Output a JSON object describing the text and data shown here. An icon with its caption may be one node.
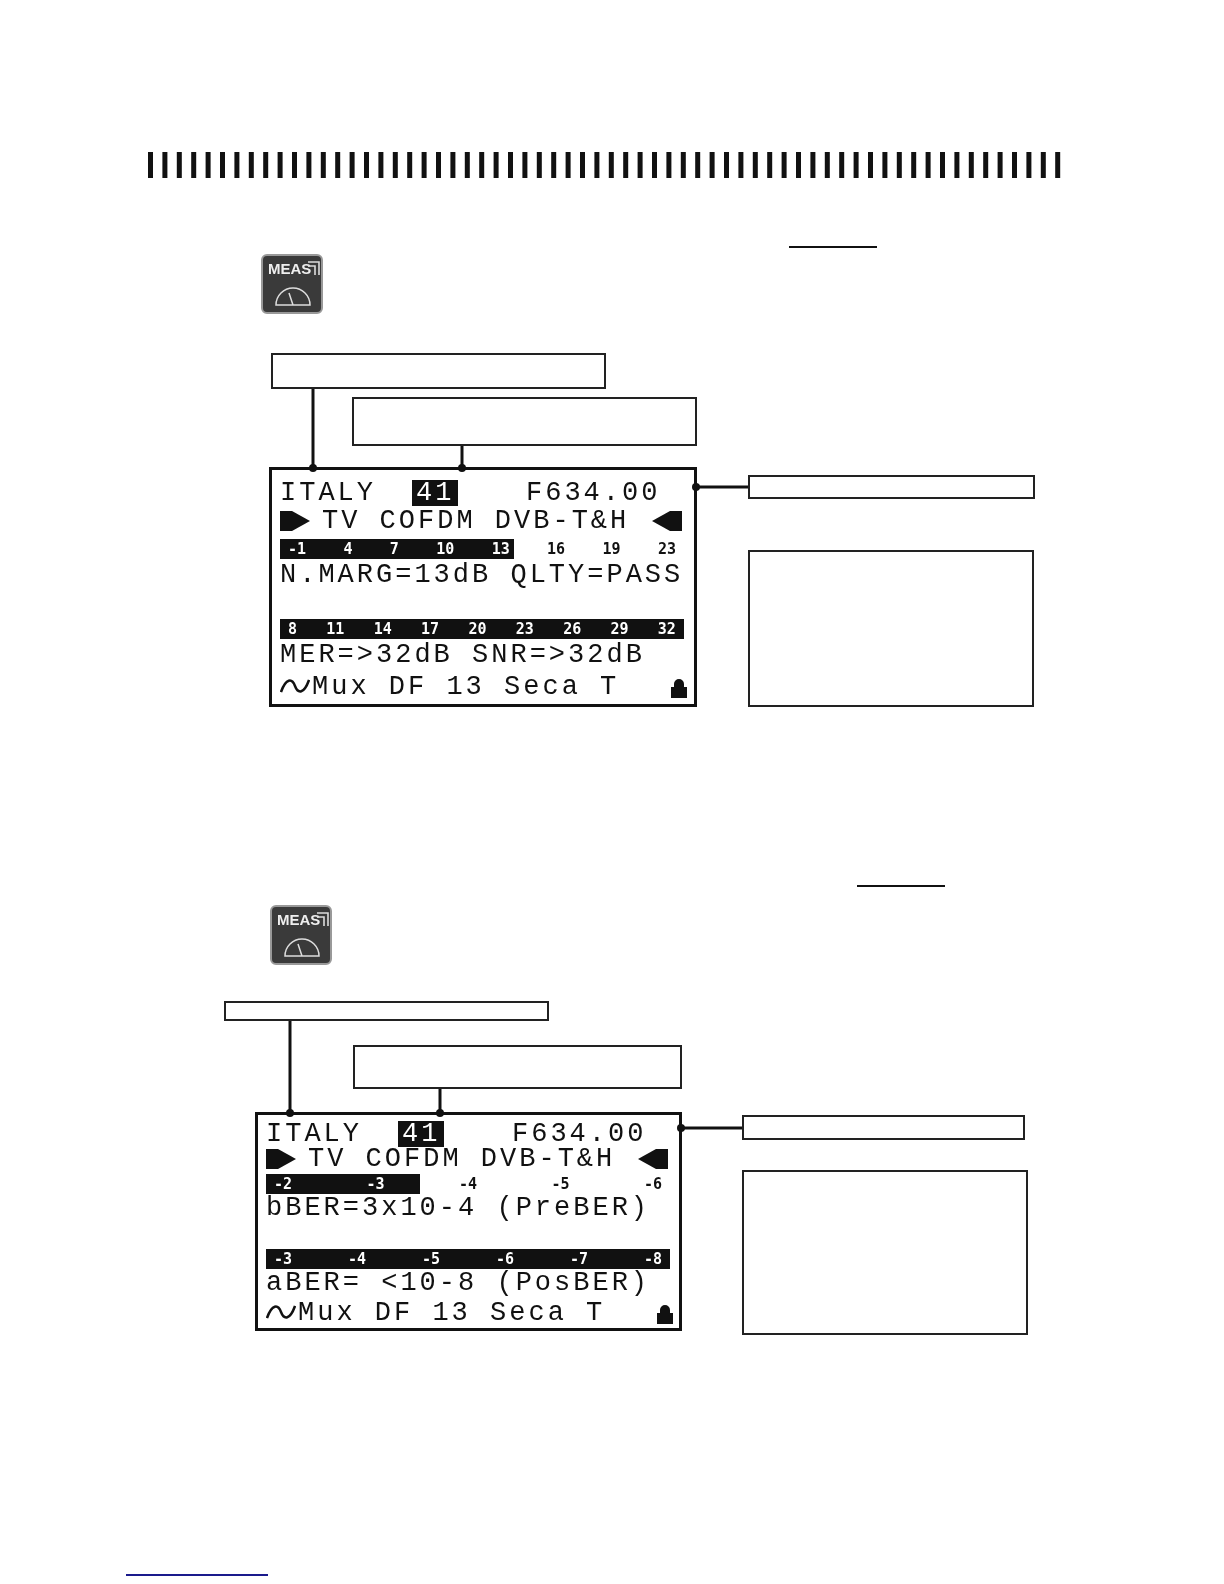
{
  "diagram": {
    "nodes": [
      {
        "text": [
          "MEAS"
        ]
      },
      {
        "text": [],
        "shape": "box"
      },
      {
        "text": [],
        "shape": "box"
      },
      {
        "text": [
          "ITALY",
          "41",
          "F634.00",
          "TV COFDM DVB-T&H",
          "-1 4 7 10 13 16 19 23",
          "N.MARG=13dB QLTY=PASS",
          "8 11 14 17 20 23 26 29 32",
          "MER=>32dB SNR=>32dB",
          "Mux DF 13 Seca T"
        ]
      },
      {
        "text": [],
        "shape": "box"
      },
      {
        "text": [],
        "shape": "box"
      },
      {
        "text": [
          "MEAS"
        ]
      },
      {
        "text": [],
        "shape": "box"
      },
      {
        "text": [],
        "shape": "box"
      },
      {
        "text": [
          "ITALY",
          "41",
          "F634.00",
          "TV COFDM DVB-T&H",
          "-2 -3 -4 -5 -6",
          "bBER=3x10-4 (PreBER)",
          "-3 -4 -5 -6 -7 -8",
          "aBER= <10-8 (PosBER)",
          "Mux DF 13 Seca T"
        ]
      },
      {
        "text": [],
        "shape": "box"
      },
      {
        "text": [],
        "shape": "box"
      }
    ],
    "edges": [
      {
        "from": 1,
        "to": 3,
        "arrow": "other"
      },
      {
        "from": 2,
        "to": 3,
        "arrow": "other"
      },
      {
        "from": 4,
        "to": 3,
        "arrow": "other"
      },
      {
        "from": 7,
        "to": 9,
        "arrow": "other"
      },
      {
        "from": 8,
        "to": 9,
        "arrow": "other"
      },
      {
        "from": 10,
        "to": 9,
        "arrow": "other"
      }
    ]
  }
}
